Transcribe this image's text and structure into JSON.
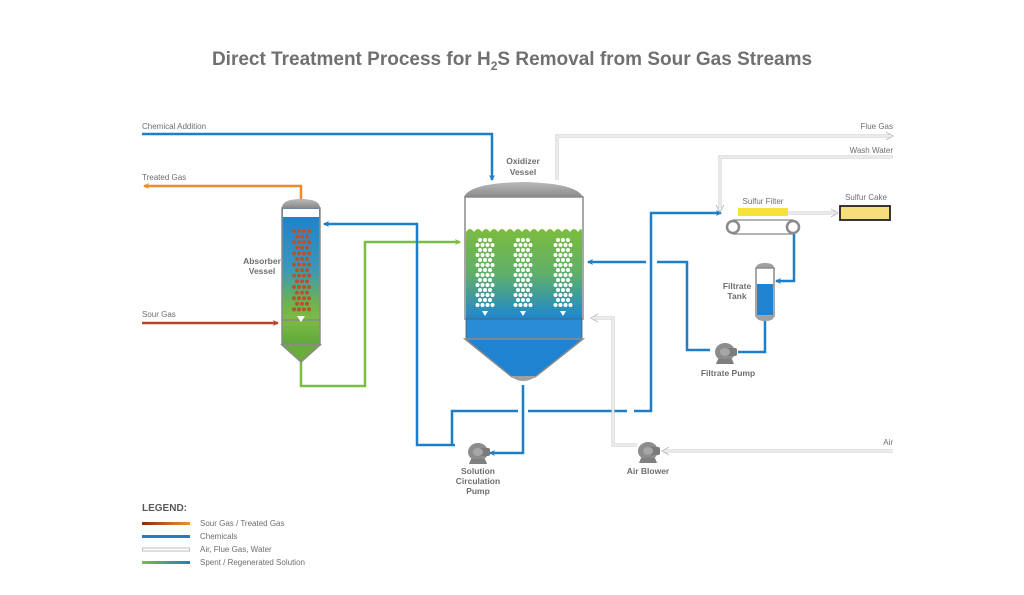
{
  "title": {
    "main": "Direct Treatment Process for H",
    "sub": "2",
    "rest": "S Removal from Sour Gas Streams"
  },
  "streams": {
    "chemical_addition": "Chemical Addition",
    "treated_gas": "Treated Gas",
    "sour_gas": "Sour Gas",
    "flue_gas": "Flue Gas",
    "wash_water": "Wash Water",
    "air": "Air"
  },
  "equipment": {
    "absorber_line1": "Absorber",
    "absorber_line2": "Vessel",
    "oxidizer_line1": "Oxidizer",
    "oxidizer_line2": "Vessel",
    "sulfur_filter": "Sulfur Filter",
    "sulfur_cake": "Sulfur Cake",
    "filtrate_tank_line1": "Filtrate",
    "filtrate_tank_line2": "Tank",
    "filtrate_pump": "Filtrate Pump",
    "solution_pump_line1": "Solution",
    "solution_pump_line2": "Circulation",
    "solution_pump_line3": "Pump",
    "air_blower": "Air Blower"
  },
  "legend": {
    "heading": "LEGEND:",
    "items": [
      {
        "label": "Sour Gas / Treated Gas",
        "color_start": "#8b2a1a",
        "color_end": "#f0932b"
      },
      {
        "label": "Chemicals",
        "color_start": "#1e7fc8",
        "color_end": "#1e7fc8"
      },
      {
        "label": "Air, Flue Gas, Water",
        "color_start": "#ffffff",
        "color_end": "#ffffff"
      },
      {
        "label": "Spent / Regenerated Solution",
        "color_start": "#7dbb42",
        "color_end": "#1e7fc8"
      }
    ]
  },
  "colors": {
    "chemical": "#1e7fc8",
    "treated_gas": "#ef8c2a",
    "sour_gas": "#b8452a",
    "solution": "#7dbb42",
    "utility": "#c8c8c8",
    "sulfur": "#f7e23a",
    "sulfur_cake": "#f6de7a"
  }
}
